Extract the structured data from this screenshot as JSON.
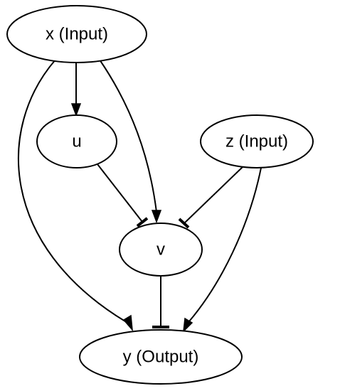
{
  "diagram": {
    "nodes": {
      "x": {
        "label": "x (Input)"
      },
      "u": {
        "label": "u"
      },
      "z": {
        "label": "z (Input)"
      },
      "v": {
        "label": "v"
      },
      "y": {
        "label": "y (Output)"
      }
    },
    "edges": [
      {
        "from": "x",
        "to": "u",
        "type": "activation"
      },
      {
        "from": "x",
        "to": "v",
        "type": "activation"
      },
      {
        "from": "x",
        "to": "y",
        "type": "activation"
      },
      {
        "from": "u",
        "to": "v",
        "type": "inhibition"
      },
      {
        "from": "z",
        "to": "v",
        "type": "inhibition"
      },
      {
        "from": "z",
        "to": "y",
        "type": "activation"
      },
      {
        "from": "v",
        "to": "y",
        "type": "inhibition"
      }
    ],
    "colors": {
      "stroke": "#000000",
      "node_fill": "#ffffff",
      "background": "#ffffff"
    }
  }
}
